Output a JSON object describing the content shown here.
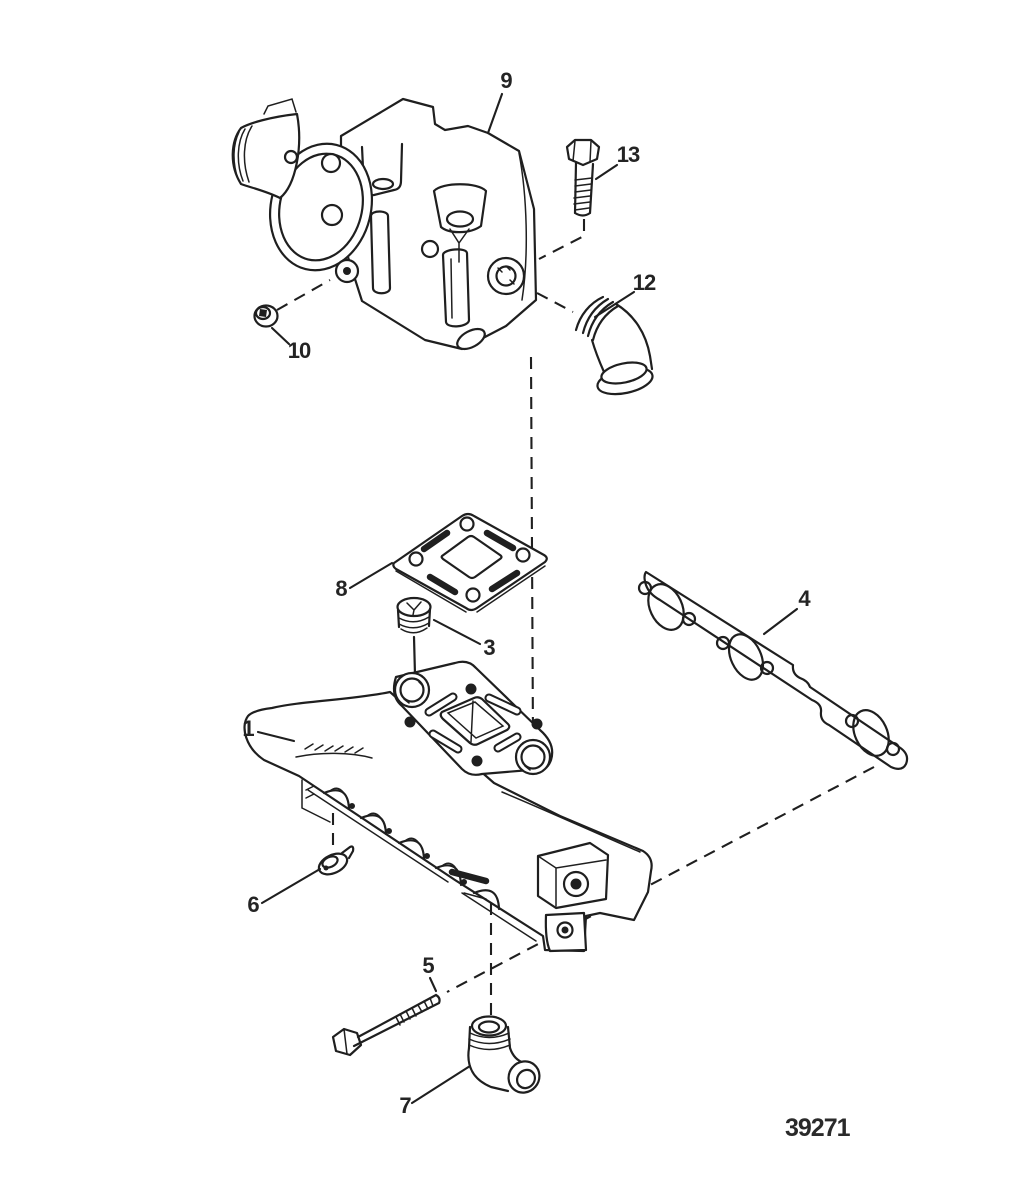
{
  "figure": {
    "drawing_number": "39271"
  },
  "palette": {
    "line_color": "#1f1f1f",
    "background": "#ffffff"
  },
  "callouts": [
    {
      "label": "1"
    },
    {
      "label": "3"
    },
    {
      "label": "4"
    },
    {
      "label": "5"
    },
    {
      "label": "6"
    },
    {
      "label": "7"
    },
    {
      "label": "8"
    },
    {
      "label": "9"
    },
    {
      "label": "10"
    },
    {
      "label": "12"
    },
    {
      "label": "13"
    }
  ]
}
